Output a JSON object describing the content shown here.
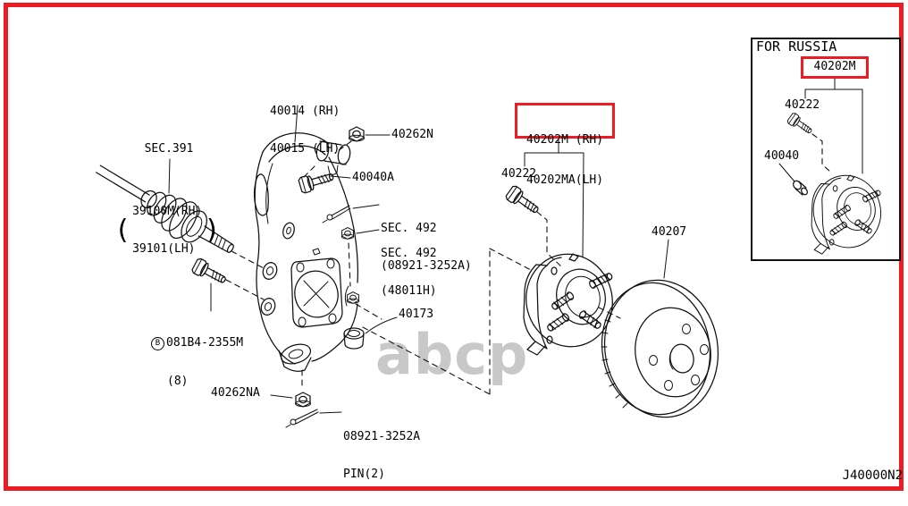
{
  "frame": {
    "border_color": "#ed1c24",
    "diagram_code": "J40000N2"
  },
  "watermark": "abcp",
  "highlight_color": "#ed1c24",
  "labels": {
    "sec391": {
      "title": "SEC.391",
      "rh": "39100M(RH)",
      "lh": "39101(LH)"
    },
    "knuckle": {
      "rh": "40014 (RH)",
      "lh": "40015 (LH)"
    },
    "nut_40262n": "40262N",
    "bolt_40040a": "40040A",
    "sec492_pin": {
      "line1": "SEC. 492",
      "line2": "(08921-3252A)"
    },
    "sec492_nut": {
      "line1": "SEC. 492",
      "line2": "(48011H)"
    },
    "bolt_081b4": {
      "symbol": "B",
      "code": "081B4-2355M",
      "qty": "(8)"
    },
    "ring_40173": "40173",
    "nut_40262na": "40262NA",
    "pin_08921": {
      "line1": "08921-3252A",
      "line2": "PIN(2)"
    },
    "hub_main": {
      "rh": "40202M (RH)",
      "lh": "40202MA(LH)"
    },
    "bolt_40222": "40222",
    "disc_40207": "40207"
  },
  "russia_panel": {
    "title": "FOR RUSSIA",
    "hub": "40202M",
    "bolt": "40222",
    "plug": "40040"
  }
}
